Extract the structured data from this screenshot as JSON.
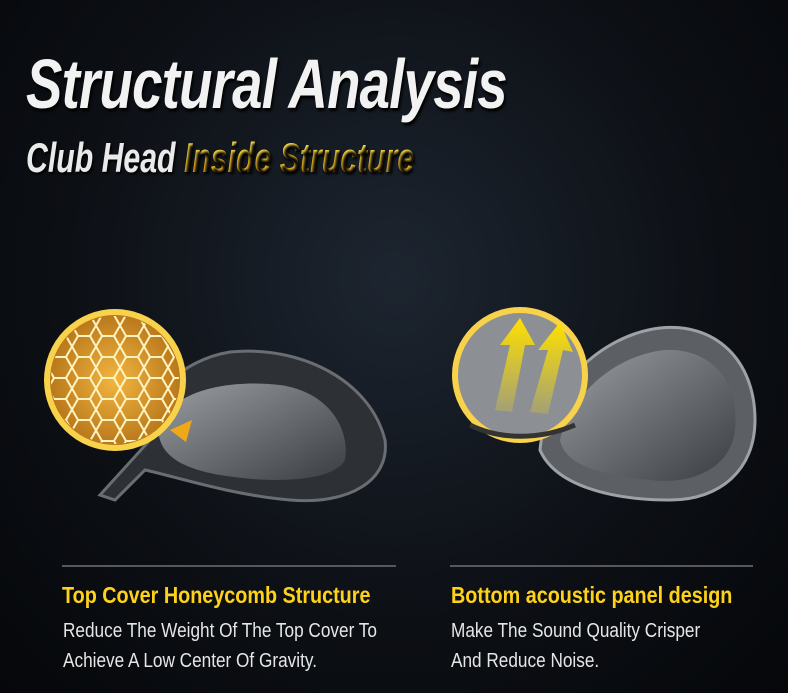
{
  "header": {
    "title": "Structural Analysis",
    "subtitle_white": "Club Head",
    "subtitle_yellow": "Inside Structure"
  },
  "features": [
    {
      "heading": "Top Cover Honeycomb Structure",
      "lines": [
        "Reduce The Weight Of The Top Cover To",
        "Achieve A Low Center Of Gravity."
      ]
    },
    {
      "heading": "Bottom acoustic panel design",
      "lines": [
        "Make The Sound Quality Crisper",
        "And Reduce Noise."
      ]
    }
  ],
  "colors": {
    "accent": "#ffd21a",
    "background": "#0c0f14"
  }
}
